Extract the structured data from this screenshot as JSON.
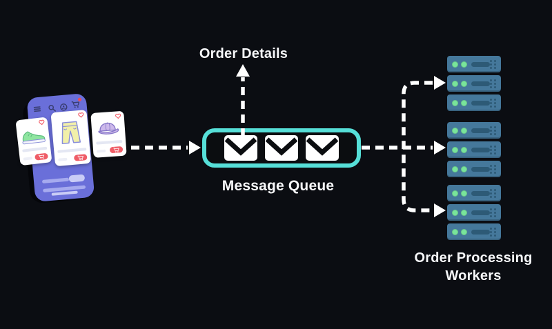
{
  "labels": {
    "order_details": "Order Details",
    "message_queue": "Message Queue",
    "workers": "Order Processing Workers"
  },
  "queue": {
    "message_count": 3
  },
  "workers": {
    "stack_count": 3,
    "units_per_stack": 3,
    "leds_per_unit": 2
  },
  "phone": {
    "nav_icons": [
      "menu-icon",
      "search-icon",
      "account-icon",
      "cart-icon"
    ],
    "cart_badge_visible": true,
    "products": [
      "sneaker",
      "pants",
      "cap"
    ]
  },
  "colors": {
    "background": "#0B0D12",
    "queue_border": "#56DFD8",
    "arrows": "#FFFFFF",
    "text": "#F7F8FA",
    "server_body": "#45789B",
    "server_led": "#79E59B",
    "server_detail": "#2D5A76",
    "phone_body": "#6A6FD9",
    "phone_icons": "#383D70",
    "card_background": "#FFFFFF",
    "accent_red": "#EF5D67",
    "product_sneaker": "#8FE5A0",
    "product_pants": "#F2F0A9",
    "product_cap": "#CDB9EB"
  }
}
